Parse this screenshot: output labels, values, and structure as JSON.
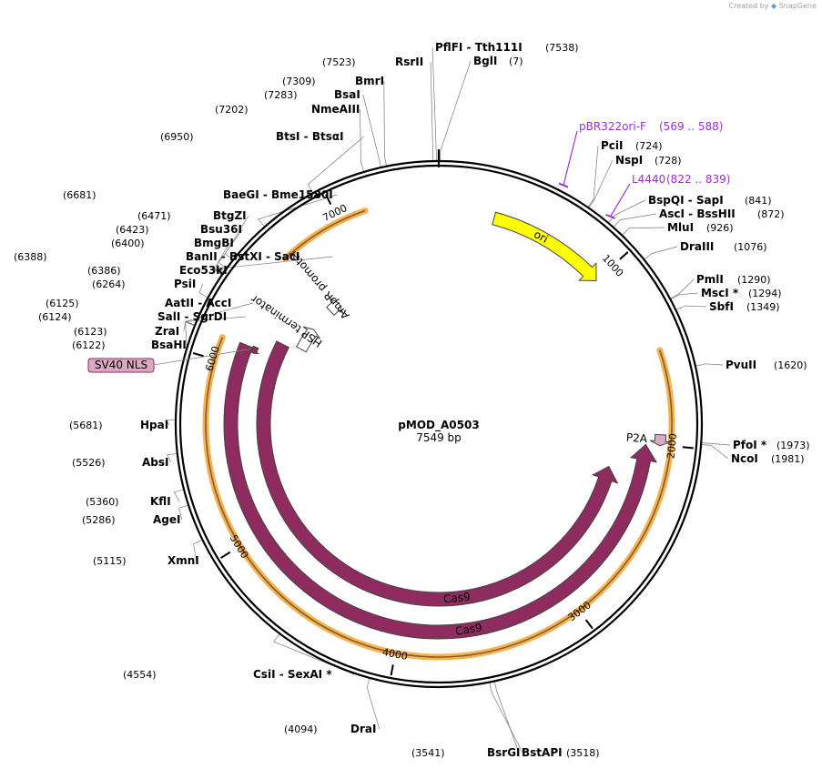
{
  "credit": {
    "prefix": "Created by",
    "brand": "SnapGene"
  },
  "plasmid": {
    "name": "pMOD_A0503",
    "length_label": "7549 bp",
    "length": 7549
  },
  "ticks": [
    {
      "value": 1000,
      "label": "1000"
    },
    {
      "value": 2000,
      "label": "2000"
    },
    {
      "value": 3000,
      "label": "3000"
    },
    {
      "value": 4000,
      "label": "4000"
    },
    {
      "value": 5000,
      "label": "5000"
    },
    {
      "value": 6000,
      "label": "6000"
    },
    {
      "value": 7000,
      "label": "7000"
    }
  ],
  "features": [
    {
      "name": "ori",
      "start": 315,
      "end": 1000,
      "color": "#ffff00",
      "text_color": "#000000",
      "strand": "forward"
    },
    {
      "name": "P2A",
      "start": 1945,
      "end": 2005,
      "color": "#d9a9c0",
      "text_color": "#000000",
      "strand": "forward"
    },
    {
      "name": "Cas9",
      "start": 2005,
      "end": 6130,
      "color": "#8e2b5f",
      "text_color": "#ffffff",
      "strand": "reverse"
    },
    {
      "name": "Cas9",
      "start": 2180,
      "end": 6230,
      "color": "#8e2b5f",
      "text_color": "#ffffff",
      "strand": "reverse"
    },
    {
      "name": "SV40 NLS",
      "start": 6100,
      "end": 6140,
      "color": "#8e2b5f",
      "text_color": "#000000",
      "strand": "reverse"
    },
    {
      "name": "HSP terminator",
      "start": 6260,
      "end": 6440,
      "color": "#ffffff",
      "text_color": "#000000",
      "strand": "forward"
    },
    {
      "name": "AmpR promoter",
      "start": 6630,
      "end": 6720,
      "color": "#ffffff",
      "text_color": "#000000",
      "strand": "forward"
    }
  ],
  "orange_arcs": [
    {
      "start": 1500,
      "end": 6120
    },
    {
      "start": 6650,
      "end": 7150
    }
  ],
  "primers": [
    {
      "name": "pBR322ori-F",
      "range": "(569 .. 588)",
      "pos": 578
    },
    {
      "name": "L4440",
      "range": "(822 .. 839)",
      "pos": 830
    }
  ],
  "sites": [
    {
      "names": "PflFI  - Tth111I",
      "pos_label": "(7538)",
      "side": "right"
    },
    {
      "names": "BglI",
      "pos_label": "(7)",
      "side": "right"
    },
    {
      "names": "PciI",
      "pos_label": "(724)",
      "side": "right"
    },
    {
      "names": "NspI",
      "pos_label": "(728)",
      "side": "right"
    },
    {
      "names": "BspQI  - SapI",
      "pos_label": "(841)",
      "side": "right"
    },
    {
      "names": "AscI  - BssHII",
      "pos_label": "(872)",
      "side": "right"
    },
    {
      "names": "MluI",
      "pos_label": "(926)",
      "side": "right"
    },
    {
      "names": "DraIII",
      "pos_label": "(1076)",
      "side": "right"
    },
    {
      "names": "PmlI",
      "pos_label": "(1290)",
      "side": "right"
    },
    {
      "names": "MscI *",
      "pos_label": "(1294)",
      "side": "right"
    },
    {
      "names": "SbfI",
      "pos_label": "(1349)",
      "side": "right"
    },
    {
      "names": "PvuII",
      "pos_label": "(1620)",
      "side": "right"
    },
    {
      "names": "PfoI *",
      "pos_label": "(1973)",
      "side": "right"
    },
    {
      "names": "NcoI",
      "pos_label": "(1981)",
      "side": "right"
    },
    {
      "names": "BstAPI",
      "pos_label": "(3518)",
      "side": "right"
    },
    {
      "names": "BsrGI",
      "pos_label": "(3541)",
      "side": "left"
    },
    {
      "names": "DraI",
      "pos_label": "(4094)",
      "side": "left"
    },
    {
      "names": "CsiI  - SexAI *",
      "pos_label": "(4554)",
      "side": "left"
    },
    {
      "names": "XmnI",
      "pos_label": "(5115)",
      "side": "left"
    },
    {
      "names": "AgeI",
      "pos_label": "(5286)",
      "side": "left"
    },
    {
      "names": "KflI",
      "pos_label": "(5360)",
      "side": "left"
    },
    {
      "names": "AbsI",
      "pos_label": "(5526)",
      "side": "left"
    },
    {
      "names": "HpaI",
      "pos_label": "(5681)",
      "side": "left"
    },
    {
      "names": "BsaHI",
      "pos_label": "(6122)",
      "side": "left"
    },
    {
      "names": "ZraI",
      "pos_label": "(6123)",
      "side": "left"
    },
    {
      "names": "SalI  - SgrDI",
      "pos_label": "(6124)",
      "side": "left"
    },
    {
      "names": "AatII  - AccI",
      "pos_label": "(6125)",
      "side": "left"
    },
    {
      "names": "PsiI",
      "pos_label": "(6264)",
      "side": "left"
    },
    {
      "names": "Eco53kI",
      "pos_label": "(6386)",
      "side": "left"
    },
    {
      "names": "BanII  - BstXI  - SacI",
      "pos_label": "(6388)",
      "side": "left"
    },
    {
      "names": "BmgBI",
      "pos_label": "(6400)",
      "side": "left"
    },
    {
      "names": "Bsu36I",
      "pos_label": "(6423)",
      "side": "left"
    },
    {
      "names": "BtgZI",
      "pos_label": "(6471)",
      "side": "left"
    },
    {
      "names": "BaeGI  - Bme1580I",
      "pos_label": "(6681)",
      "side": "left"
    },
    {
      "names": "BtsI  - BtsαI",
      "pos_label": "(6950)",
      "side": "left"
    },
    {
      "names": "NmeAIII",
      "pos_label": "(7202)",
      "side": "left"
    },
    {
      "names": "BsaI",
      "pos_label": "(7283)",
      "side": "left"
    },
    {
      "names": "BmrI",
      "pos_label": "(7309)",
      "side": "left"
    },
    {
      "names": "RsrII",
      "pos_label": "(7523)",
      "side": "left"
    }
  ]
}
